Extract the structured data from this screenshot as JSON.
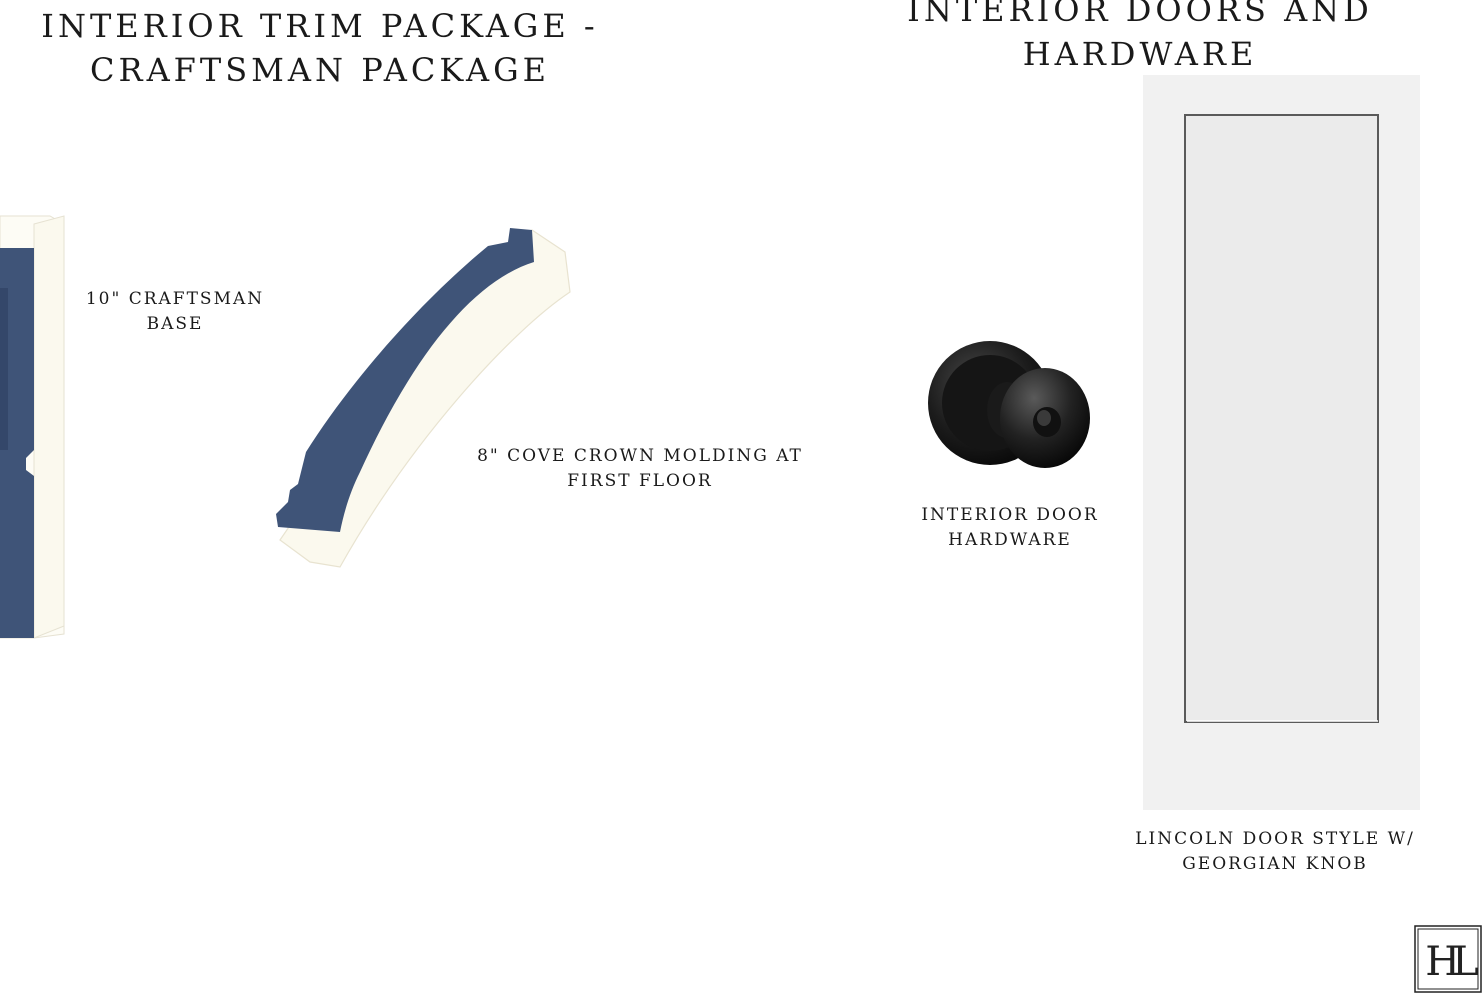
{
  "trim_section": {
    "heading_line1": "INTERIOR TRIM PACKAGE -",
    "heading_line2": "CRAFTSMAN PACKAGE"
  },
  "doors_section": {
    "heading": "INTERIOR DOORS AND HARDWARE"
  },
  "items": {
    "base": {
      "line1": "10\" CRAFTSMAN",
      "line2": "BASE",
      "image_color": "#3f5478"
    },
    "crown": {
      "line1": "8\" COVE CROWN MOLDING AT",
      "line2": "FIRST FLOOR",
      "image_color": "#3f5478"
    },
    "hardware": {
      "line1": "INTERIOR DOOR",
      "line2": "HARDWARE"
    },
    "door": {
      "line1": "LINCOLN DOOR STYLE W/",
      "line2": "GEORGIAN KNOB"
    }
  },
  "logo": {
    "text": "HL"
  }
}
